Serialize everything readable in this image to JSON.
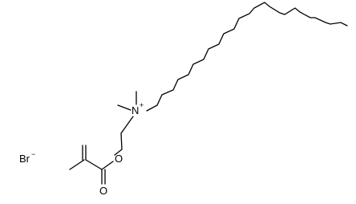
{
  "molecule": {
    "bromide": {
      "element": "Br",
      "charge": "−"
    },
    "ammonium": {
      "element": "N",
      "charge": "+"
    },
    "ester_oxygen": {
      "element": "O"
    },
    "carbonyl_oxygen": {
      "element": "O"
    }
  }
}
